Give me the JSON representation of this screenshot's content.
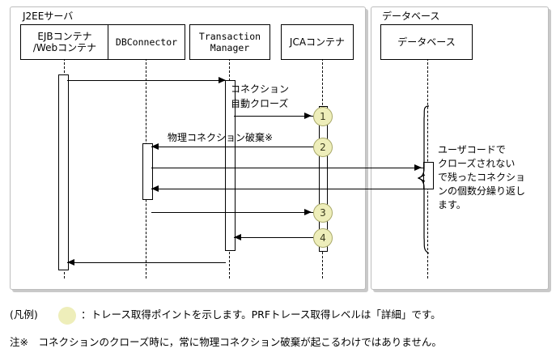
{
  "frames": [
    {
      "title": "J2EEサーバ"
    },
    {
      "title": "データベース"
    }
  ],
  "participants": [
    {
      "name": "ejb-web-container",
      "line1": "EJBコンテナ",
      "line2": "/Webコンテナ"
    },
    {
      "name": "db-connector",
      "line1": "DBConnector",
      "line2": ""
    },
    {
      "name": "transaction-manager",
      "line1": "Transaction",
      "line2": "Manager"
    },
    {
      "name": "jca-container",
      "line1": "JCAコンテナ",
      "line2": ""
    },
    {
      "name": "database",
      "line1": "データベース",
      "line2": ""
    }
  ],
  "messages": [
    {
      "name": "ejb-to-tm",
      "label": ""
    },
    {
      "name": "tm-to-jca",
      "label_line1": "コネクション",
      "label_line2": "自動クローズ"
    },
    {
      "name": "jca-to-dbconnector",
      "label": "物理コネクション破棄※"
    },
    {
      "name": "dbconnector-to-database",
      "label": ""
    },
    {
      "name": "database-to-dbconnector",
      "label": ""
    },
    {
      "name": "dbconnector-to-jca",
      "label": ""
    },
    {
      "name": "jca-to-tm",
      "label": ""
    },
    {
      "name": "tm-to-ejb",
      "label": ""
    }
  ],
  "markers": [
    {
      "number": "1"
    },
    {
      "number": "2"
    },
    {
      "number": "3"
    },
    {
      "number": "4"
    }
  ],
  "note": {
    "line1": "ユーザコードで",
    "line2": "クローズされない",
    "line3": "で残ったコネクショ",
    "line4": "ンの個数分繰り返し",
    "line5": "ます。"
  },
  "legend": {
    "label": "(凡例)",
    "description": "：トレース取得ポイントを示します。PRFトレース取得レベルは「詳細」です。",
    "footnote": "注※　コネクションのクローズ時に，常に物理コネクション破棄が起こるわけではありません。"
  },
  "colors": {
    "marker_fill": "#eeeeba",
    "marker_stroke": "#a9a96a",
    "frame_border": "#bdbdbd",
    "frame_shadow": "#c9c9c9"
  }
}
